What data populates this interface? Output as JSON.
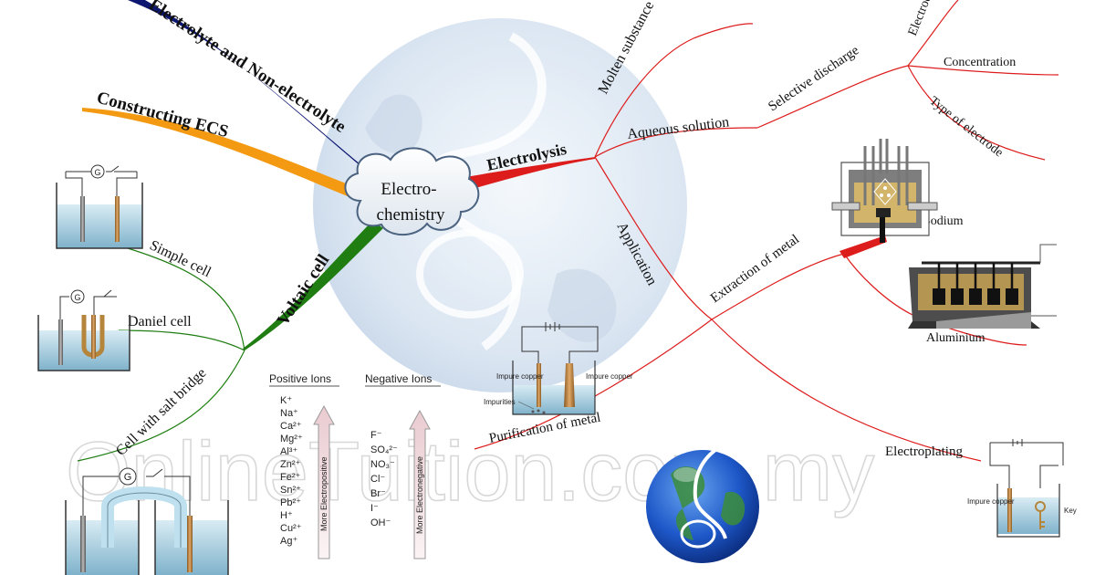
{
  "center": {
    "line1": "Electro-",
    "line2": "chemistry"
  },
  "branches": {
    "electrolyte": "Electrolyte and Non-electrolyte",
    "ecs": "Constructing ECS",
    "electrolysis": "Electrolysis",
    "voltaic": "Voltaic cell"
  },
  "electrolysis": {
    "molten": "Molten substance",
    "aqueous": "Aqueous solution",
    "selective": "Selective discharge",
    "factors": [
      "Electrochemical series",
      "Concentration",
      "Type of electrode"
    ],
    "application": "Application",
    "extraction": "Extraction of metal",
    "sodium": "Sodium",
    "aluminium": "Aluminium",
    "purification": "Purification of metal",
    "electroplating": "Electroplating",
    "impure_copper_1": "Impure copper",
    "impure_copper_2": "Impure copper",
    "impurities": "Impurities",
    "impure_copper_3": "Impure copper",
    "key": "Key"
  },
  "voltaic": {
    "simple": "Simple cell",
    "daniel": "Daniel cell",
    "salt_bridge": "Cell with salt bridge"
  },
  "ions": {
    "positive_header": "Positive Ions",
    "negative_header": "Negative Ions",
    "positive": [
      "K⁺",
      "Na⁺",
      "Ca²⁺",
      "Mg²⁺",
      "Al³⁺",
      "Zn²⁺",
      "Fe²⁺",
      "Sn²⁺",
      "Pb²⁺",
      "H⁺",
      "Cu²⁺",
      "Ag⁺"
    ],
    "negative": [
      "F⁻",
      "SO₄²⁻",
      "NO₃⁻",
      "Cl⁻",
      "Br⁻",
      "I⁻",
      "OH⁻"
    ],
    "more_electropositive": "More Electropositive",
    "more_electronegative": "More Electronegative"
  },
  "watermark": "OnlineTuition.com.my",
  "icons": [
    "galvanometer-icon",
    "switch-icon",
    "battery-icon",
    "globe-icon",
    "cloud-icon"
  ],
  "colors": {
    "electrolyte": "#0d1670",
    "ecs": "#f39a12",
    "electrolysis": "#dd1c1c",
    "voltaic": "#1f7d12",
    "electrolyte_solution": "#9cc7dc",
    "molten_salt": "#d2b56a"
  }
}
